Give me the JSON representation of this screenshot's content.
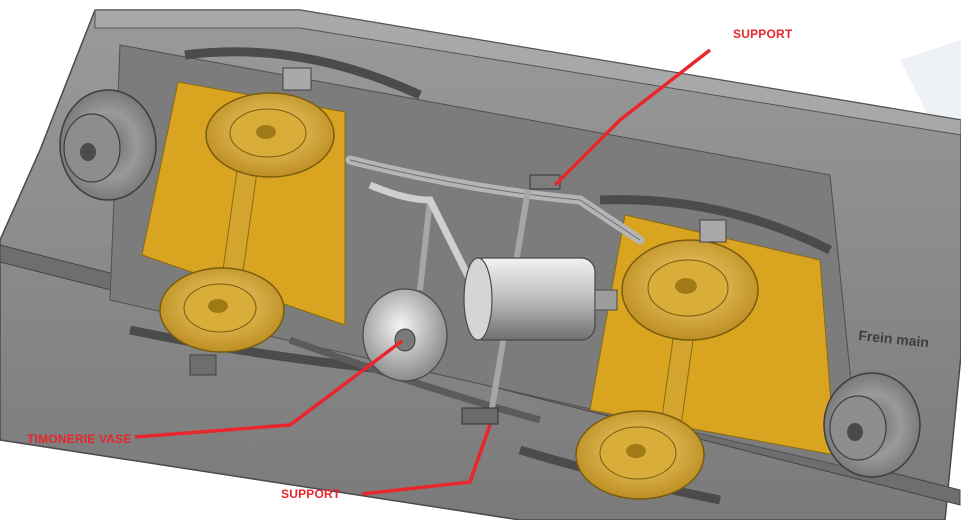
{
  "annotations": {
    "support_top": "SUPPORT",
    "timonerie_vase": "TIMONERIE VASE",
    "support_bottom": "SUPPORT"
  },
  "chassis_text": "Frein main",
  "colors": {
    "frame": "#8c8c8c",
    "frame_dark": "#5e5e5e",
    "panel": "#d9a520",
    "wheel": "#e2b53a",
    "wheel_dark": "#b38a1e",
    "pipe": "#c9c9c9",
    "annotation": "#e8262b"
  }
}
